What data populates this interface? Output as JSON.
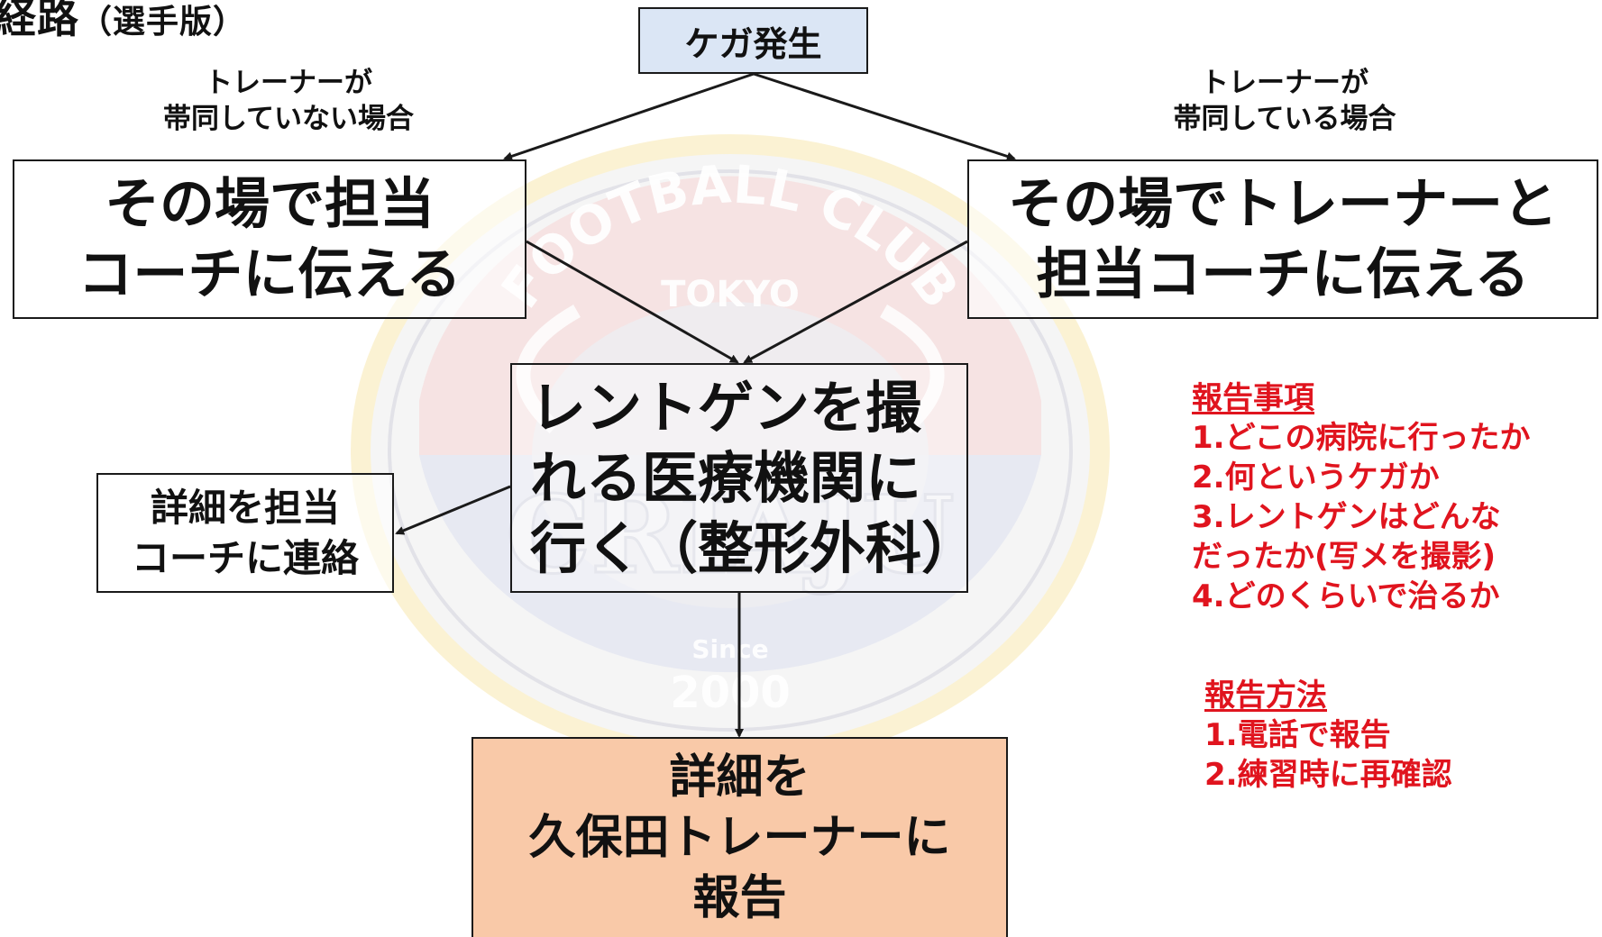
{
  "title": {
    "main": "経路",
    "sub": "（選手版）"
  },
  "flow": {
    "start": "ケガ発生",
    "condition_left": [
      "トレーナーが",
      "帯同していない場合"
    ],
    "condition_right": [
      "トレーナーが",
      "帯同している場合"
    ],
    "left_action": [
      "その場で担当",
      "コーチに伝える"
    ],
    "right_action": [
      "その場でトレーナーと",
      "担当コーチに伝える"
    ],
    "hospital": [
      "レントゲンを撮",
      "れる医療機関に",
      "行く（整形外科）"
    ],
    "contact_coach": [
      "詳細を担当",
      "コーチに連絡"
    ],
    "final_report": [
      "詳細を",
      "久保田トレーナーに",
      "報告"
    ]
  },
  "report_items": {
    "heading": "報告事項",
    "items": [
      "1.どこの病院に行ったか",
      "2.何というケガか",
      "3.レントゲンはどんな",
      "だったか(写メを撮影)",
      "4.どのくらいで治るか"
    ]
  },
  "report_method": {
    "heading": "報告方法",
    "items": [
      "1.電話で報告",
      "2.練習時に再確認"
    ]
  },
  "watermark": {
    "ring_text": "FOOTBALL CLUB",
    "city": "TOKYO",
    "name": "CRIAJU",
    "since": "Since",
    "year": "2000"
  },
  "colors": {
    "start_fill": "#dbe6f5",
    "final_fill": "#f9c9a8",
    "note_text": "#e0141e"
  }
}
